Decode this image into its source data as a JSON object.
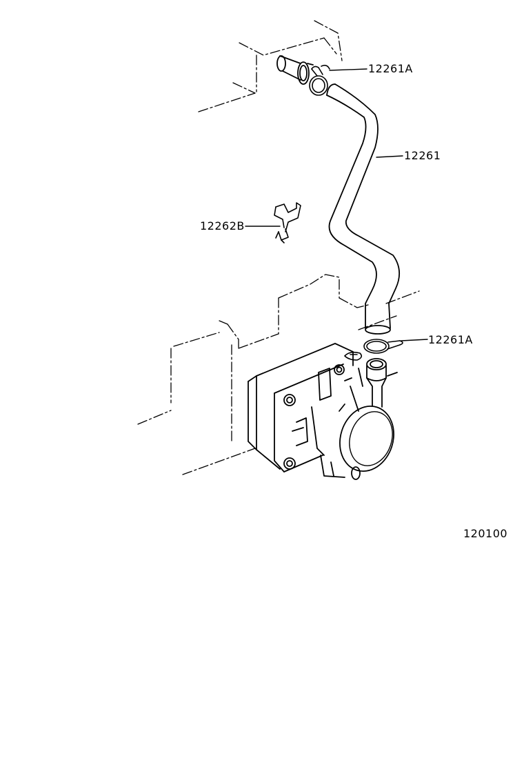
{
  "diagram": {
    "figure_number": "120100",
    "parts": [
      {
        "id": "clamp-upper",
        "label": "12261A"
      },
      {
        "id": "hose",
        "label": "12261"
      },
      {
        "id": "hose-clip",
        "label": "12262B"
      },
      {
        "id": "clamp-lower",
        "label": "12261A"
      }
    ]
  }
}
